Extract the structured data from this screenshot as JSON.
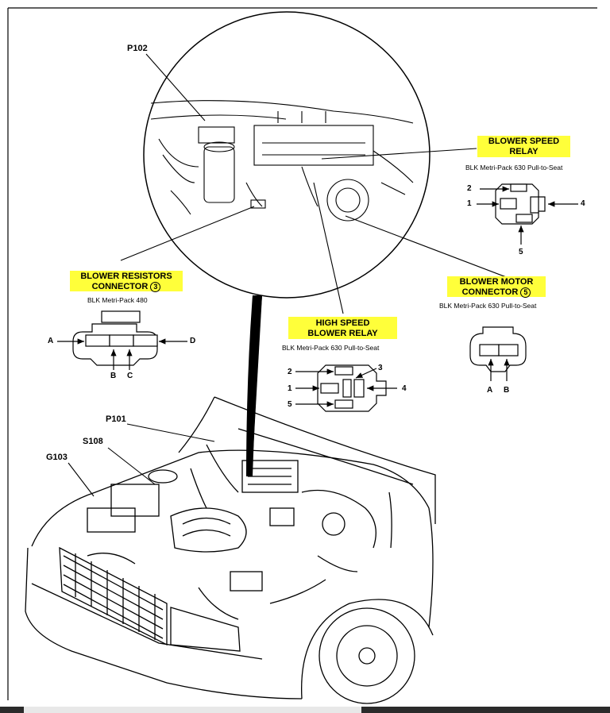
{
  "labels": {
    "p102": "P102",
    "p101": "P101",
    "s108": "S108",
    "g103": "G103"
  },
  "blower_speed_relay": {
    "title_line1": "BLOWER SPEED",
    "title_line2": "RELAY",
    "subtitle": "BLK Metri-Pack 630 Pull-to-Seat",
    "pins": [
      "2",
      "1",
      "4",
      "5"
    ]
  },
  "blower_resistors_connector": {
    "title_line1": "BLOWER RESISTORS",
    "title_line2": "CONNECTOR",
    "callout": "3",
    "subtitle": "BLK Metri-Pack 480",
    "pins": [
      "A",
      "B",
      "C",
      "D"
    ]
  },
  "high_speed_blower_relay": {
    "title_line1": "HIGH SPEED",
    "title_line2": "BLOWER RELAY",
    "subtitle": "BLK Metri-Pack 630 Pull-to-Seat",
    "pins": [
      "2",
      "3",
      "1",
      "4",
      "5"
    ]
  },
  "blower_motor_connector": {
    "title_line1": "BLOWER MOTOR",
    "title_line2": "CONNECTOR",
    "callout": "5",
    "subtitle": "BLK Metri-Pack 630 Pull-to-Seat",
    "pins": [
      "A",
      "B"
    ]
  },
  "colors": {
    "highlight": "#ffff3a",
    "ink": "#000000"
  }
}
